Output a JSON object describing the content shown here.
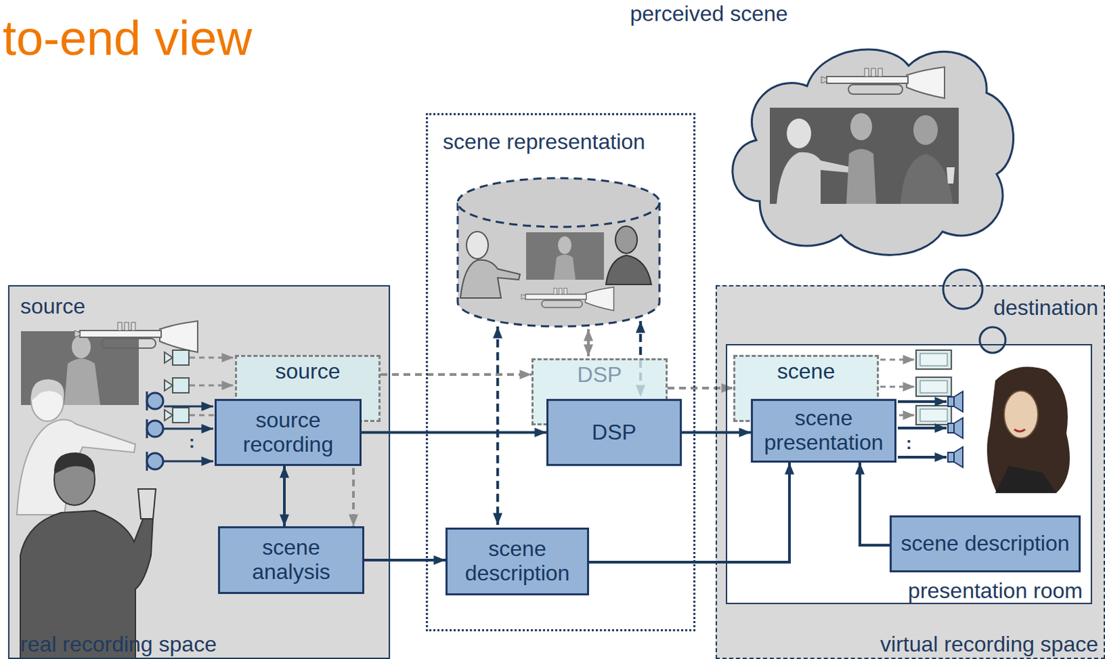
{
  "diagram": {
    "title": "to-end view",
    "nodes": [
      {
        "text": [
          "source",
          "real recording space"
        ]
      },
      {
        "text": [
          "source"
        ],
        "in": 0
      },
      {
        "text": [
          "source recording"
        ],
        "in": 0
      },
      {
        "text": [
          "scene analysis"
        ],
        "in": 0
      },
      {
        "text": [
          "scene representation"
        ]
      },
      {
        "text": [
          "DSP"
        ],
        "in": 4
      },
      {
        "text": [
          "DSP"
        ],
        "in": 4
      },
      {
        "text": [
          "scene description"
        ],
        "in": 4
      },
      {
        "text": [
          "perceived scene"
        ]
      },
      {
        "text": [
          "destination",
          "virtual recording space"
        ]
      },
      {
        "text": [
          "presentation room"
        ],
        "in": 9
      },
      {
        "text": [
          "scene"
        ],
        "in": 10
      },
      {
        "text": [
          "scene presentation"
        ],
        "in": 10
      },
      {
        "text": [
          "scene description"
        ],
        "in": 10
      }
    ],
    "edges": [
      {
        "from": 1,
        "to": 5,
        "arrow": "to"
      },
      {
        "from": 5,
        "to": 11,
        "arrow": "to"
      },
      {
        "from": 1,
        "to": 3,
        "arrow": "to"
      },
      {
        "from": 2,
        "to": 6,
        "arrow": "to"
      },
      {
        "from": 2,
        "to": 3,
        "arrow": "both"
      },
      {
        "from": 3,
        "to": 7,
        "arrow": "to"
      },
      {
        "from": 6,
        "to": 12,
        "arrow": "to"
      },
      {
        "from": 7,
        "to": 12,
        "arrow": "to"
      },
      {
        "from": 13,
        "to": 12,
        "arrow": "to"
      }
    ],
    "labels": [
      ":",
      ":"
    ]
  }
}
